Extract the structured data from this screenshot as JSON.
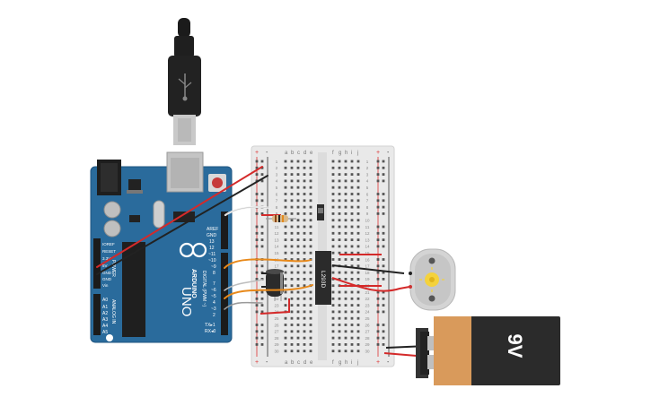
{
  "arduino": {
    "brand": "ARDUINO",
    "model": "UNO",
    "aref_label": "AREF",
    "gnd_label": "GND",
    "pin_labels": [
      "13",
      "12",
      "~11",
      "~10",
      "~9",
      "8",
      "7",
      "~6",
      "~5",
      "4",
      "~3",
      "2",
      "TX▸1",
      "RX◂0"
    ],
    "digital_label": "DIGITAL (PWM ~)",
    "power_header_labels": [
      "IOREF",
      "RESET",
      "3.3V",
      "5V",
      "GND",
      "GND",
      "Vin"
    ],
    "analog_labels": [
      "A0",
      "A1",
      "A2",
      "A3",
      "A4",
      "A5"
    ],
    "power_label": "POWER",
    "analog_in_label": "ANALOG IN"
  },
  "breadboard": {
    "column_letters_left": [
      "a",
      "b",
      "c",
      "d",
      "e"
    ],
    "column_letters_right": [
      "f",
      "g",
      "h",
      "i",
      "j"
    ],
    "row_numbers": [
      "1",
      "2",
      "3",
      "4",
      "5",
      "6",
      "7",
      "8",
      "9",
      "10",
      "11",
      "12",
      "13",
      "14",
      "15",
      "16",
      "17",
      "18",
      "19",
      "20",
      "21",
      "22",
      "23",
      "24",
      "25",
      "26",
      "27",
      "28",
      "29",
      "30"
    ],
    "rail_plus": "+",
    "rail_minus": "-"
  },
  "chip": {
    "label": "L293D"
  },
  "battery": {
    "label": "9V"
  },
  "colors": {
    "arduino_blue": "#2a6b9c",
    "wire_red": "#d42a2a",
    "wire_black": "#222222",
    "wire_orange": "#e8891a",
    "wire_white": "#f2f2f2",
    "breadboard": "#e9e9e9",
    "battery_orange": "#d99a5b",
    "battery_black": "#2b2b2b",
    "motor_gold": "#f4d23c"
  },
  "icons": [
    "usb-plug-icon",
    "reset-button-icon",
    "arduino-infinity-logo-icon",
    "motor-icon"
  ]
}
